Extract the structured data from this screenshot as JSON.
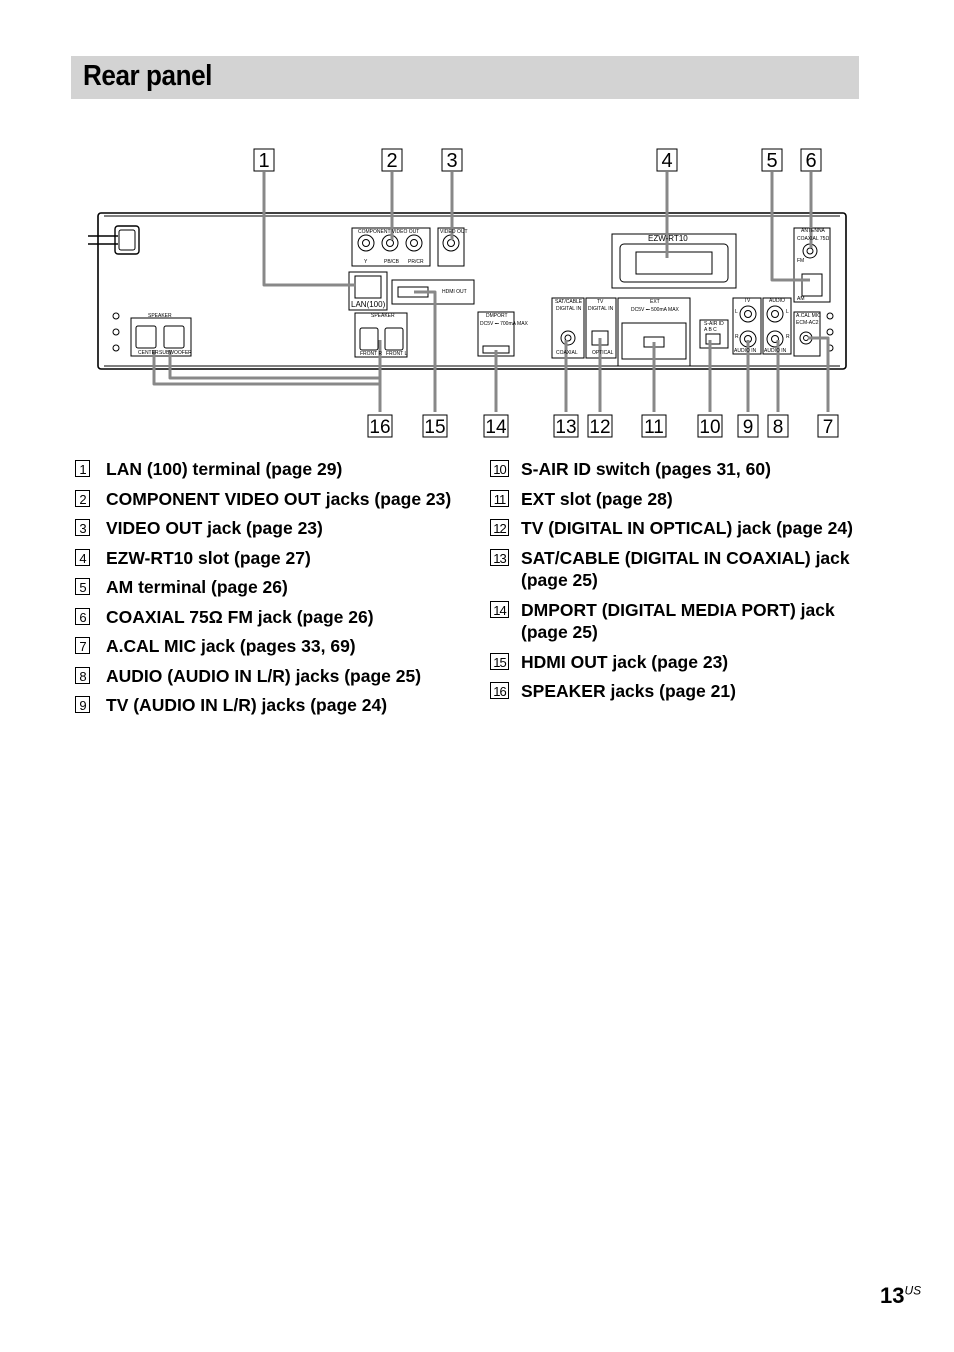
{
  "page": {
    "title": "Rear panel",
    "page_number": "13",
    "page_suffix": "US"
  },
  "diagram": {
    "callouts_top": [
      "1",
      "2",
      "3",
      "4",
      "5",
      "6"
    ],
    "callouts_bottom": [
      "16",
      "15",
      "14",
      "13",
      "12",
      "11",
      "10",
      "9",
      "8",
      "7"
    ],
    "labels": {
      "component_video_out": "COMPONENT VIDEO OUT",
      "y": "Y",
      "pb": "PB/CB",
      "pr": "PR/CR",
      "video_out": "VIDEO OUT",
      "lan": "LAN(100)",
      "hdmi_out": "HDMI OUT",
      "speaker": "SPEAKER",
      "center": "CENTER",
      "subwoofer": "SUBWOOFER",
      "front_r": "FRONT R",
      "front_l": "FRONT L",
      "dmport": "DMPORT",
      "dmport_spec": "DC5V ⎓ 700mA MAX",
      "sat_cable": "SAT/CABLE",
      "digital_in": "DIGITAL IN",
      "coaxial": "COAXIAL",
      "tv": "TV",
      "optical": "OPTICAL",
      "ext": "EXT",
      "ext_spec": "DC5V ⎓ 500mA MAX",
      "s_air_id": "S-AIR ID",
      "abc": "A  B  C",
      "audio": "AUDIO",
      "audio_in": "AUDIO IN",
      "antenna": "ANTENNA",
      "coaxial_75": "COAXIAL 75Ω",
      "fm": "FM",
      "am": "AM",
      "ezw": "EZW-RT10",
      "acal_mic": "A.CAL MIC",
      "ecm": "ECM-AC2",
      "l": "L",
      "r": "R"
    }
  },
  "legend_left": [
    {
      "num": "1",
      "text": "LAN (100) terminal (page 29)"
    },
    {
      "num": "2",
      "text": "COMPONENT VIDEO OUT jacks (page 23)"
    },
    {
      "num": "3",
      "text": "VIDEO OUT jack (page 23)"
    },
    {
      "num": "4",
      "text": "EZW-RT10 slot (page 27)"
    },
    {
      "num": "5",
      "text": "AM terminal (page 26)"
    },
    {
      "num": "6",
      "text": "COAXIAL 75Ω FM jack (page 26)"
    },
    {
      "num": "7",
      "text": "A.CAL MIC jack (pages 33, 69)"
    },
    {
      "num": "8",
      "text": "AUDIO (AUDIO IN L/R) jacks (page 25)"
    },
    {
      "num": "9",
      "text": "TV (AUDIO IN L/R) jacks (page 24)"
    }
  ],
  "legend_right": [
    {
      "num": "10",
      "text": "S-AIR ID switch (pages 31, 60)"
    },
    {
      "num": "11",
      "text": "EXT slot (page 28)"
    },
    {
      "num": "12",
      "text": "TV (DIGITAL IN OPTICAL) jack (page 24)"
    },
    {
      "num": "13",
      "text": "SAT/CABLE (DIGITAL IN COAXIAL) jack (page 25)"
    },
    {
      "num": "14",
      "text": "DMPORT (DIGITAL MEDIA PORT) jack (page 25)"
    },
    {
      "num": "15",
      "text": "HDMI OUT jack (page 23)"
    },
    {
      "num": "16",
      "text": "SPEAKER jacks (page 21)"
    }
  ]
}
